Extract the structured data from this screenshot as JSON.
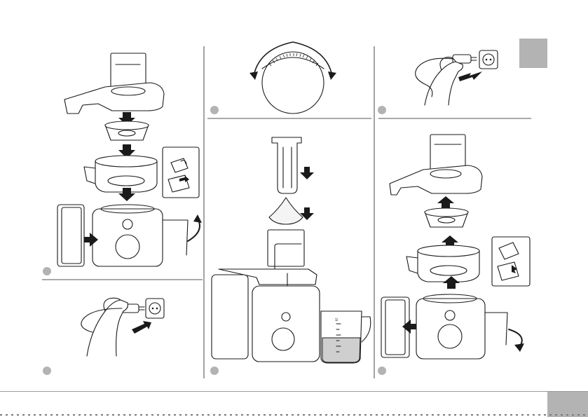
{
  "page": {
    "language_tab": "",
    "page_number": ""
  },
  "jug": {
    "scale_label": "1l"
  },
  "steps": [
    {
      "name": "assemble",
      "number": ""
    },
    {
      "name": "turn-knob",
      "number": ""
    },
    {
      "name": "unplug",
      "number": ""
    },
    {
      "name": "plug-in",
      "number": ""
    },
    {
      "name": "insert-fruit",
      "number": ""
    },
    {
      "name": "disassemble",
      "number": ""
    }
  ],
  "icons": [
    "arrow-down-icon",
    "arrow-up-icon",
    "curved-arrow-icon",
    "plug-icon",
    "socket-icon",
    "hand-icon"
  ]
}
